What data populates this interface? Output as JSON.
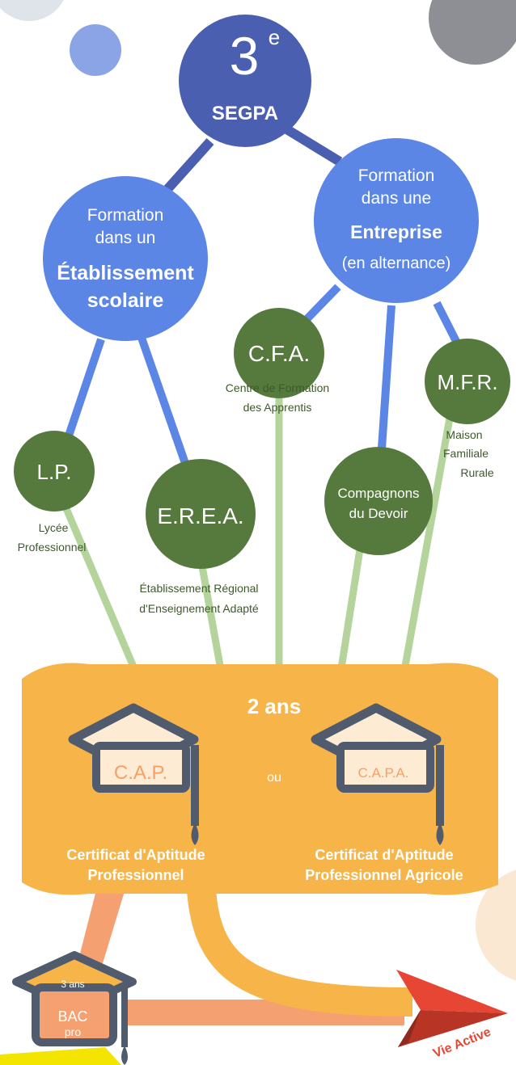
{
  "top": {
    "level": "3",
    "sup": "e",
    "name": "SEGPA"
  },
  "school": {
    "line1": "Formation",
    "line2": "dans un",
    "line3": "Établissement",
    "line4": "scolaire"
  },
  "company": {
    "line1": "Formation",
    "line2": "dans une",
    "line3": "Entreprise",
    "line4": "(en alternance)"
  },
  "nodes": {
    "lp": {
      "abbr": "L.P.",
      "desc1": "Lycée",
      "desc2": "Professionnel"
    },
    "erea": {
      "abbr": "E.R.E.A.",
      "desc1": "Établissement Régional",
      "desc2": "d'Enseignement Adapté"
    },
    "cfa": {
      "abbr": "C.F.A.",
      "desc1": "Centre de Formation",
      "desc2": "des Apprentis"
    },
    "compagnons": {
      "line1": "Compagnons",
      "line2": "du Devoir"
    },
    "mfr": {
      "abbr": "M.F.R.",
      "desc1": "Maison",
      "desc2": "Familiale",
      "desc3": "Rurale"
    }
  },
  "diplomas": {
    "duration": "2 ans",
    "or": "ou",
    "cap": {
      "label": "C.A.P.",
      "desc1": "Certificat d'Aptitude",
      "desc2": "Professionnel"
    },
    "capa": {
      "label": "C.A.P.A.",
      "desc1": "Certificat d'Aptitude",
      "desc2": "Professionnel Agricole"
    }
  },
  "bac": {
    "duration": "3 ans",
    "line1": "BAC",
    "line2": "pro"
  },
  "vie_active": "Vie Active",
  "colors": {
    "dark_blue": "#4a5fb0",
    "mid_blue": "#5b86e5",
    "green_circle": "#567a3e",
    "light_green": "#b4d49c",
    "orange_band": "#f7b449",
    "salmon": "#f5a070",
    "cap_gray": "#515b6e",
    "arrow_red": "#e64633"
  }
}
